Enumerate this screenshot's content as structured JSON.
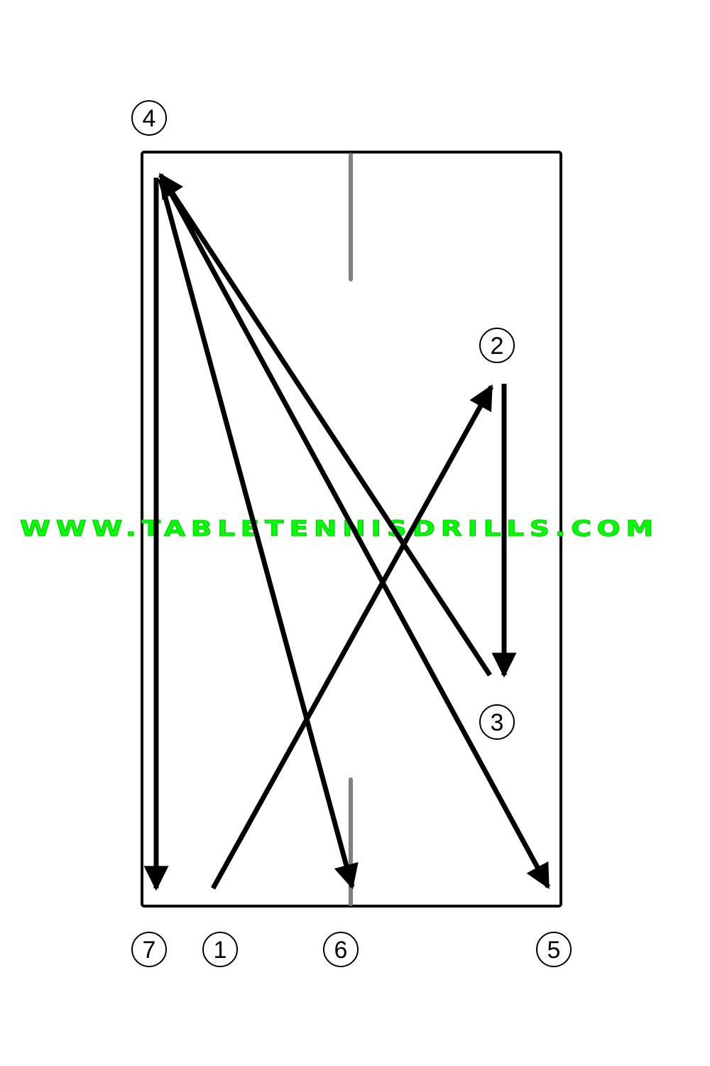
{
  "colors": {
    "table_border": "#000000",
    "center_line": "#808080",
    "arrows": "#000000",
    "watermark": "#00ff00",
    "background": "#ffffff"
  },
  "watermark": {
    "text": "WWW.TABLETENNISDRILLS.COM"
  },
  "markers": [
    {
      "id": "marker-4",
      "label": "4"
    },
    {
      "id": "marker-2",
      "label": "2"
    },
    {
      "id": "marker-3",
      "label": "3"
    },
    {
      "id": "marker-7",
      "label": "7"
    },
    {
      "id": "marker-1",
      "label": "1"
    },
    {
      "id": "marker-6",
      "label": "6"
    },
    {
      "id": "marker-5",
      "label": "5"
    }
  ]
}
